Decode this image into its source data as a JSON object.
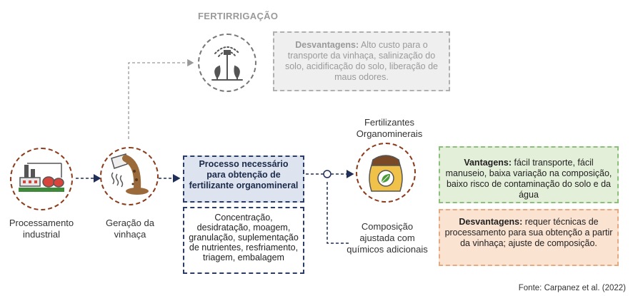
{
  "fertirrigacao": {
    "title": "FERTIRRIGAÇÃO",
    "desvantagens_label": "Desvantagens:",
    "desvantagens_text": " Alto custo para o transporte da vinhaça, salinização do solo, acidificação do solo, liberação de maus odores."
  },
  "nodes": {
    "processamento": "Processamento industrial",
    "geracao": "Geração da vinhaça",
    "fertilizantes": "Fertilizantes Organominerais",
    "composicao": "Composição ajustada com químicos adicionais"
  },
  "processo": {
    "title": "Processo necessário para obtenção de fertilizante organomineral",
    "etapas": "Concentração, desidratação, moagem, granulação, suplementação de nutrientes, resfriamento, triagem, embalagem"
  },
  "vantagens": {
    "label": "Vantagens:",
    "text": " fácil transporte, fácil manuseio,  baixa variação na composição, baixo risco de contaminação do solo e da água"
  },
  "desvantagens_org": {
    "label": "Desvantagens:",
    "text": " requer técnicas de processamento para sua obtenção a partir da vinhaça; ajuste de composição."
  },
  "fonte": "Fonte: Carpanez et al. (2022)",
  "colors": {
    "arrow_navy": "#1f2f57",
    "circle_border": "#8b3a1a",
    "grey": "#9a9a9a",
    "green_bg": "#e4efd9",
    "orange_bg": "#fbe3d2",
    "blue_bg": "#dde3ef"
  }
}
